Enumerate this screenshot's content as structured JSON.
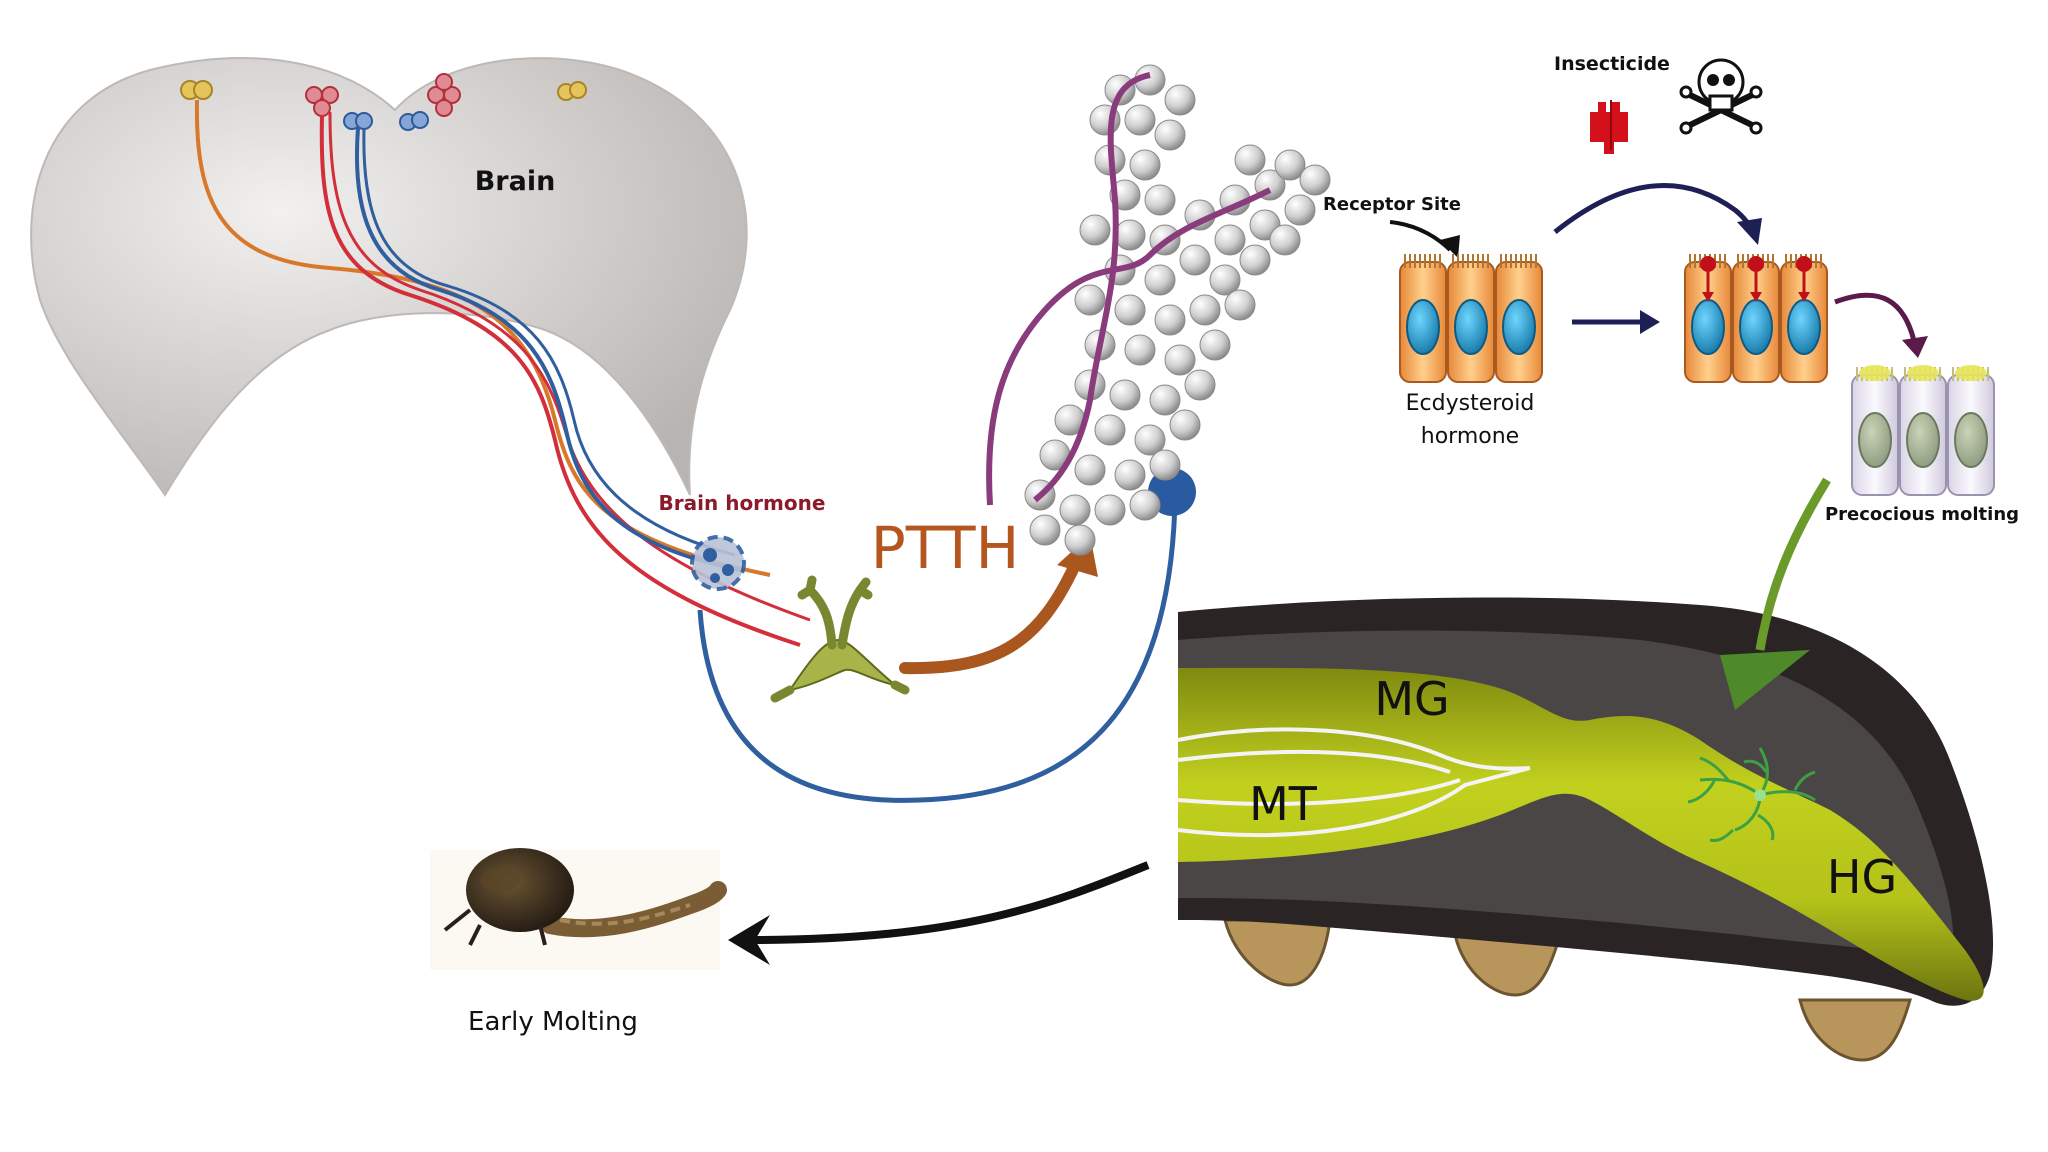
{
  "labels": {
    "brain": "Brain",
    "brain_hormone": "Brain hormone",
    "ptth": "PTTH",
    "receptor_site": "Receptor Site",
    "insecticide": "Insecticide",
    "ecdysteroid_line1": "Ecdysteroid",
    "ecdysteroid_line2": "hormone",
    "precocious_molting": "Precocious molting",
    "mg": "MG",
    "mt": "MT",
    "hg": "HG",
    "early_molting": "Early Molting"
  },
  "colors": {
    "brain_fill": "#c9c6c4",
    "brain_hormone_text": "#8b1a2b",
    "ptth_text": "#b5561e",
    "ptth_arrow": "#a9561f",
    "neuron_orange": "#d8782a",
    "neuron_red": "#d32f3a",
    "neuron_blue": "#2f5f9e",
    "purple_nerve": "#8a3b7c",
    "cell_body": "#f2a04a",
    "nucleus": "#2ea8d8",
    "gut_green": "#b5c41a",
    "body_dark": "#2a2424",
    "green_arrow": "#6a9b2a",
    "navy_arrow": "#1d1f55",
    "plum_arrow": "#5a1a4a"
  }
}
